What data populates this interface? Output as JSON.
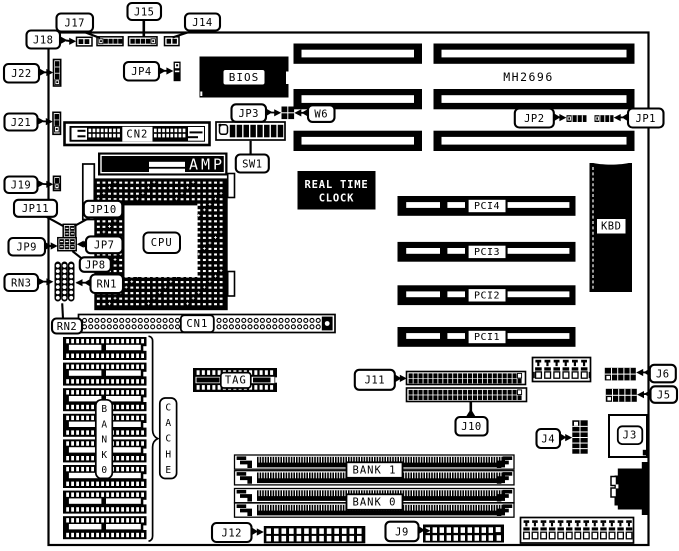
{
  "title": "MH2696 motherboard layout diagram",
  "board": {
    "model": "MH2696"
  },
  "chips": {
    "bios": "BIOS",
    "amp": "AMP",
    "cpu": "CPU",
    "kbd": "KBD",
    "tag": "TAG",
    "rtc_line1": "REAL TIME",
    "rtc_line2": "CLOCK"
  },
  "slots": {
    "pci": [
      "PCI4",
      "PCI3",
      "PCI2",
      "PCI1"
    ],
    "memory_banks": [
      "BANK 1",
      "BANK 0"
    ]
  },
  "cache_area": {
    "bank0_vertical": [
      "B",
      "A",
      "N",
      "K",
      "0"
    ],
    "cache_vertical": [
      "C",
      "A",
      "C",
      "H",
      "E"
    ]
  },
  "connector_labels": {
    "cn1": "CN1",
    "cn2": "CN2",
    "j3": "J3"
  },
  "callouts": {
    "j17": "J17",
    "j15": "J15",
    "j14": "J14",
    "j18": "J18",
    "j22": "J22",
    "jp4": "JP4",
    "j21": "J21",
    "j19": "J19",
    "jp3": "JP3",
    "w6": "W6",
    "sw1": "SW1",
    "jp2": "JP2",
    "jp1": "JP1",
    "jp11": "JP11",
    "jp10": "JP10",
    "jp9": "JP9",
    "jp7": "JP7",
    "jp8": "JP8",
    "rn3": "RN3",
    "rn1": "RN1",
    "rn2": "RN2",
    "j11": "J11",
    "j10": "J10",
    "j6": "J6",
    "j5": "J5",
    "j4": "J4",
    "j12": "J12",
    "j9": "J9"
  }
}
